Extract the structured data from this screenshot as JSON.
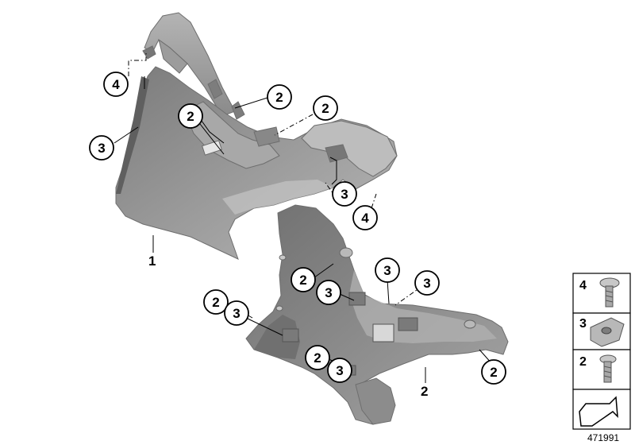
{
  "callouts": {
    "c1": "1",
    "c2a": "2",
    "c2b": "2",
    "c2c": "2",
    "c2d": "2",
    "c2e": "2",
    "c2f": "2",
    "c2g": "2",
    "c2h": "2",
    "c3a": "3",
    "c3b": "3",
    "c3c": "3",
    "c3d": "3",
    "c3e": "3",
    "c3f": "3",
    "c3g": "3",
    "c4a": "4",
    "c4b": "4"
  },
  "legend": [
    {
      "number": "4",
      "icon": "screw-icon"
    },
    {
      "number": "3",
      "icon": "clip-nut-icon"
    },
    {
      "number": "2",
      "icon": "screw-icon"
    },
    {
      "number": "",
      "icon": "arrow-icon"
    }
  ],
  "diagram_number": "471991",
  "colors": {
    "part_fill": "#8f8f8f",
    "part_dark": "#6f6f6f",
    "part_light": "#b5b5b5"
  }
}
